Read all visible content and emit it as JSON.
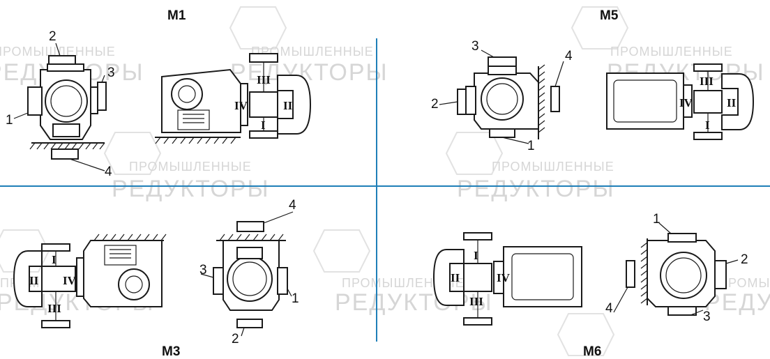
{
  "colors": {
    "divider": "#1f7fb8",
    "ink": "#1a1a1a",
    "watermark": "#d6d6d6"
  },
  "quadrants": {
    "m1": {
      "title": "M1"
    },
    "m5": {
      "title": "M5"
    },
    "m3": {
      "title": "M3"
    },
    "m6": {
      "title": "M6"
    }
  },
  "callouts": [
    "1",
    "2",
    "3",
    "4"
  ],
  "roman": [
    "I",
    "II",
    "III",
    "IV"
  ],
  "watermark": {
    "line1": "ПРОМЫШЛЕННЫЕ",
    "line2": "РЕДУКТОРЫ"
  }
}
